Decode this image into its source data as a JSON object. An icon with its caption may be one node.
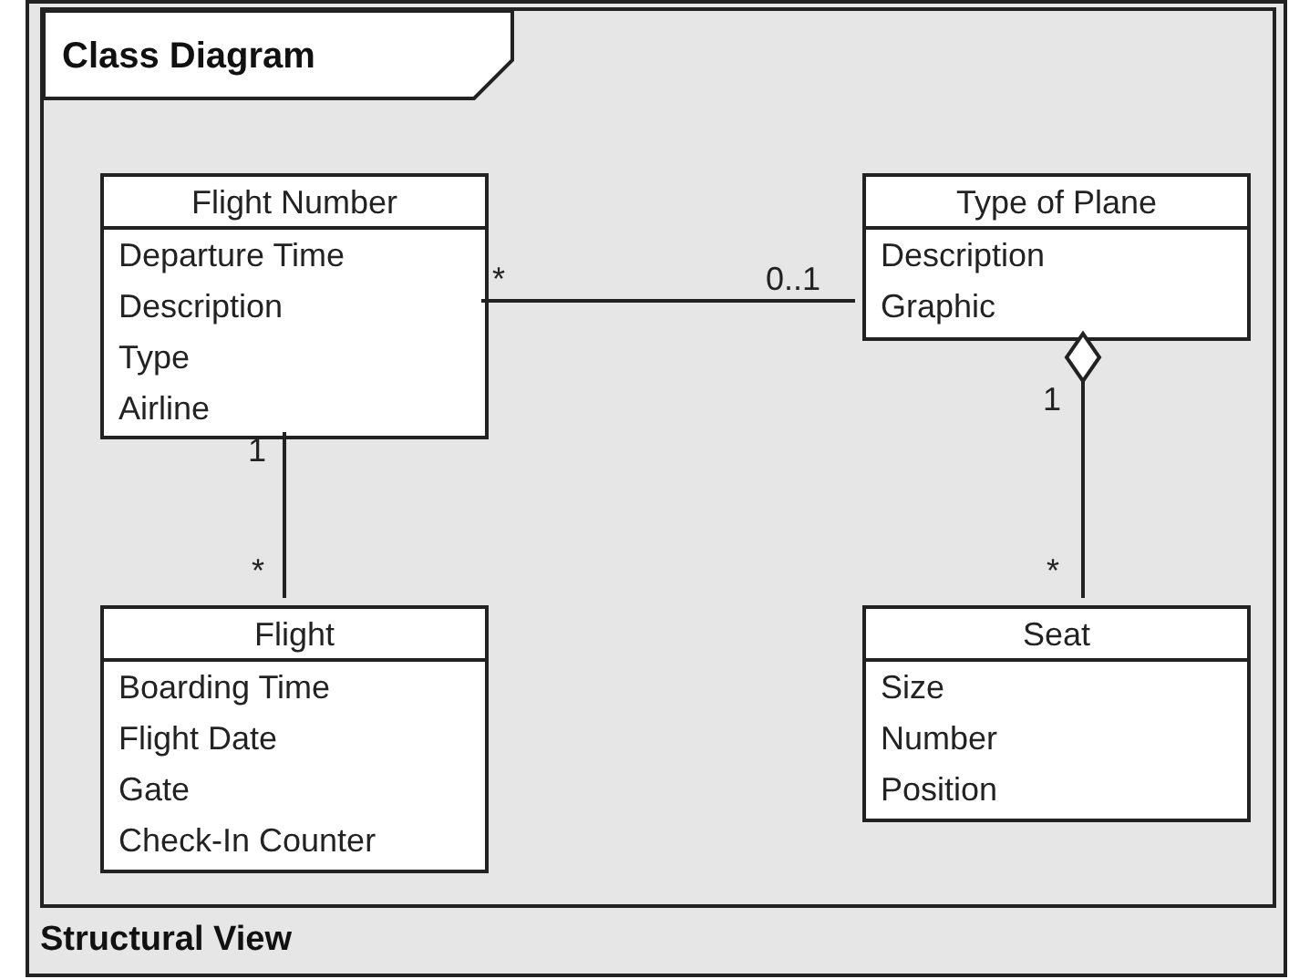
{
  "diagram": {
    "nodes": [
      {
        "text": [
          "Structural View"
        ]
      },
      {
        "text": [
          "Class Diagram"
        ],
        "in": 0
      },
      {
        "text": [
          "Flight Number",
          "Departure Time",
          "Description",
          "Type",
          "Airline"
        ],
        "in": 1
      },
      {
        "text": [
          "Type of Plane",
          "Description",
          "Graphic"
        ],
        "in": 1
      },
      {
        "text": [
          "Flight",
          "Boarding Time",
          "Flight Date",
          "Gate",
          "Check-In Counter"
        ],
        "in": 1
      },
      {
        "text": [
          "Seat",
          "Size",
          "Number",
          "Position"
        ],
        "in": 1
      }
    ],
    "edges": [
      {
        "from": 2,
        "to": 3,
        "arrow": "none"
      },
      {
        "from": 2,
        "to": 4,
        "arrow": "none"
      },
      {
        "from": 5,
        "to": 3,
        "arrow": "other"
      }
    ],
    "labels": [
      "*",
      "0..1",
      "1",
      "1",
      "*",
      "*"
    ]
  }
}
